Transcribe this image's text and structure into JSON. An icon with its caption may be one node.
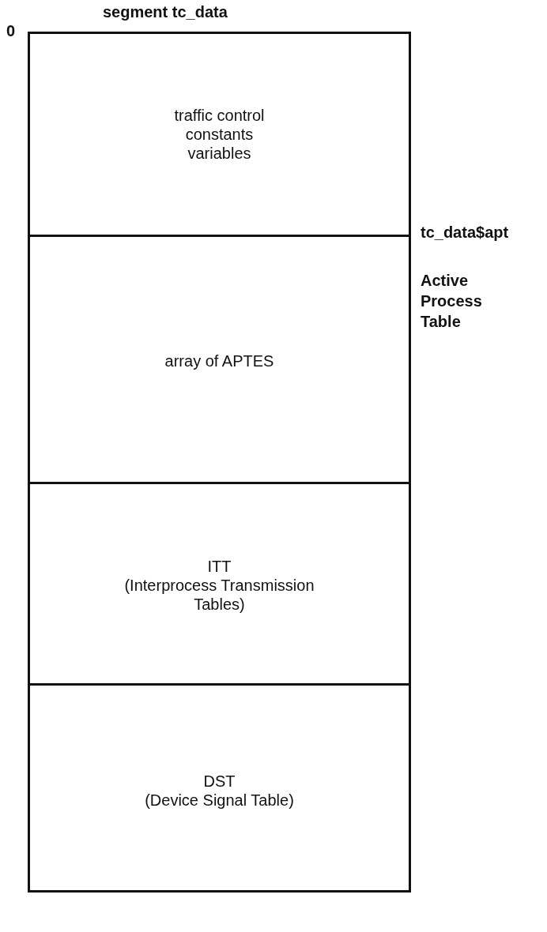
{
  "diagram": {
    "nodes": [
      {
        "text": [
          "segment tc_data"
        ]
      },
      {
        "text": [
          "traffic control constants variables"
        ],
        "in": 0
      },
      {
        "text": [
          "array of APTES"
        ],
        "in": 0,
        "beside": [
          "Active Process Table"
        ]
      },
      {
        "text": [
          "ITT",
          "(Interprocess Transmission Tables)"
        ],
        "in": 0
      },
      {
        "text": [
          "DST",
          "(Device Signal Table)"
        ],
        "in": 0
      }
    ],
    "edges": [],
    "labels": [
      "0",
      "tc_data$apt"
    ]
  }
}
